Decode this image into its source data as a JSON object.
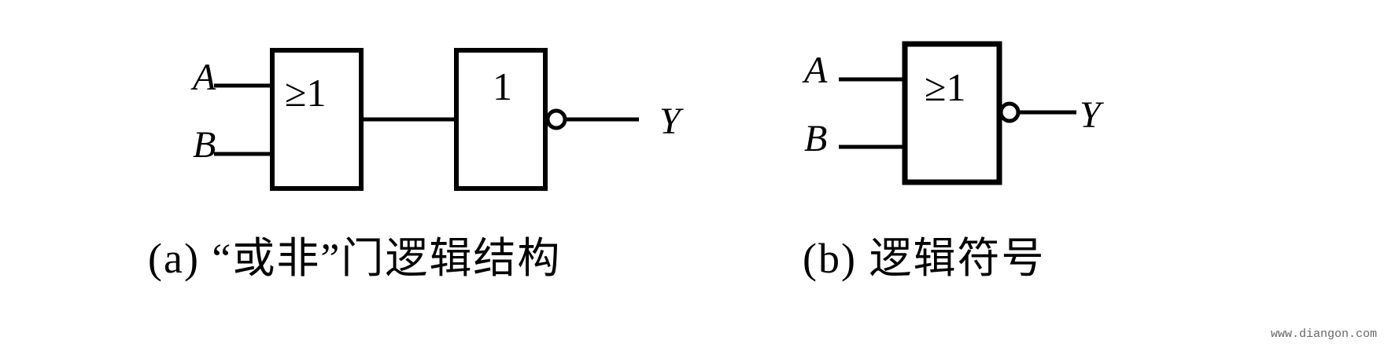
{
  "figure_a": {
    "inputs": [
      "A",
      "B"
    ],
    "gate1_symbol": "≥1",
    "gate2_symbol": "1",
    "output": "Y",
    "caption": "(a) “或非”门逻辑结构"
  },
  "figure_b": {
    "inputs": [
      "A",
      "B"
    ],
    "gate_symbol": "≥1",
    "output": "Y",
    "caption": "(b) 逻辑符号"
  },
  "watermark": "www.diangon.com",
  "colors": {
    "stroke": "#000000",
    "background": "#ffffff"
  }
}
